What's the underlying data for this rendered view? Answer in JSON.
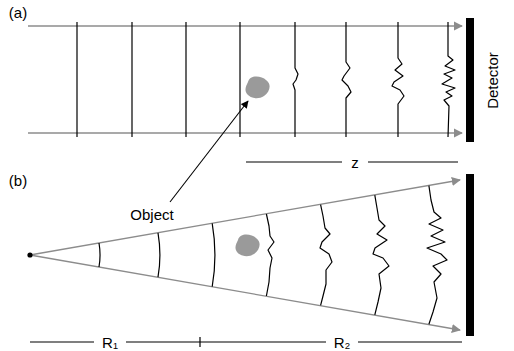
{
  "diagram": {
    "labels": [
      "(a)",
      "Detector",
      "Object",
      "z",
      "(b)",
      "R₁",
      "R₂"
    ]
  }
}
